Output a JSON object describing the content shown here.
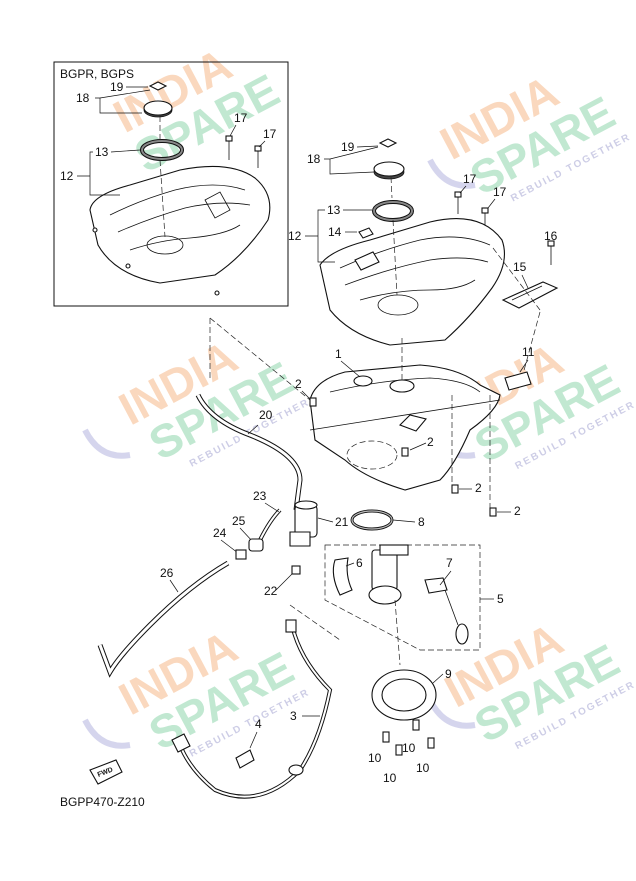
{
  "inset": {
    "variant_label": "BGPR, BGPS"
  },
  "figure_code": "BGPP470-Z210",
  "fwd_label": "FWD",
  "watermark": {
    "line1": "INDIA",
    "line2": "SPARE",
    "tagline": "REBUILD TOGETHER"
  },
  "callouts": {
    "c1": "1",
    "c2a": "2",
    "c2b": "2",
    "c2c": "2",
    "c2d": "2",
    "c3": "3",
    "c4": "4",
    "c5": "5",
    "c6": "6",
    "c7": "7",
    "c8": "8",
    "c9": "9",
    "c10a": "10",
    "c10b": "10",
    "c10c": "10",
    "c10d": "10",
    "c11": "11",
    "c12a": "12",
    "c12b": "12",
    "c13a": "13",
    "c13b": "13",
    "c14": "14",
    "c15": "15",
    "c16": "16",
    "c17a": "17",
    "c17b": "17",
    "c17c": "17",
    "c17d": "17",
    "c18a": "18",
    "c18b": "18",
    "c19a": "19",
    "c19b": "19",
    "c20": "20",
    "c21": "21",
    "c22": "22",
    "c23": "23",
    "c24": "24",
    "c25": "25",
    "c26": "26"
  },
  "colors": {
    "watermark_orange": "#f6b98a",
    "watermark_green": "#8fd6ad",
    "watermark_purple": "#b9b9dc",
    "line": "#111111"
  }
}
